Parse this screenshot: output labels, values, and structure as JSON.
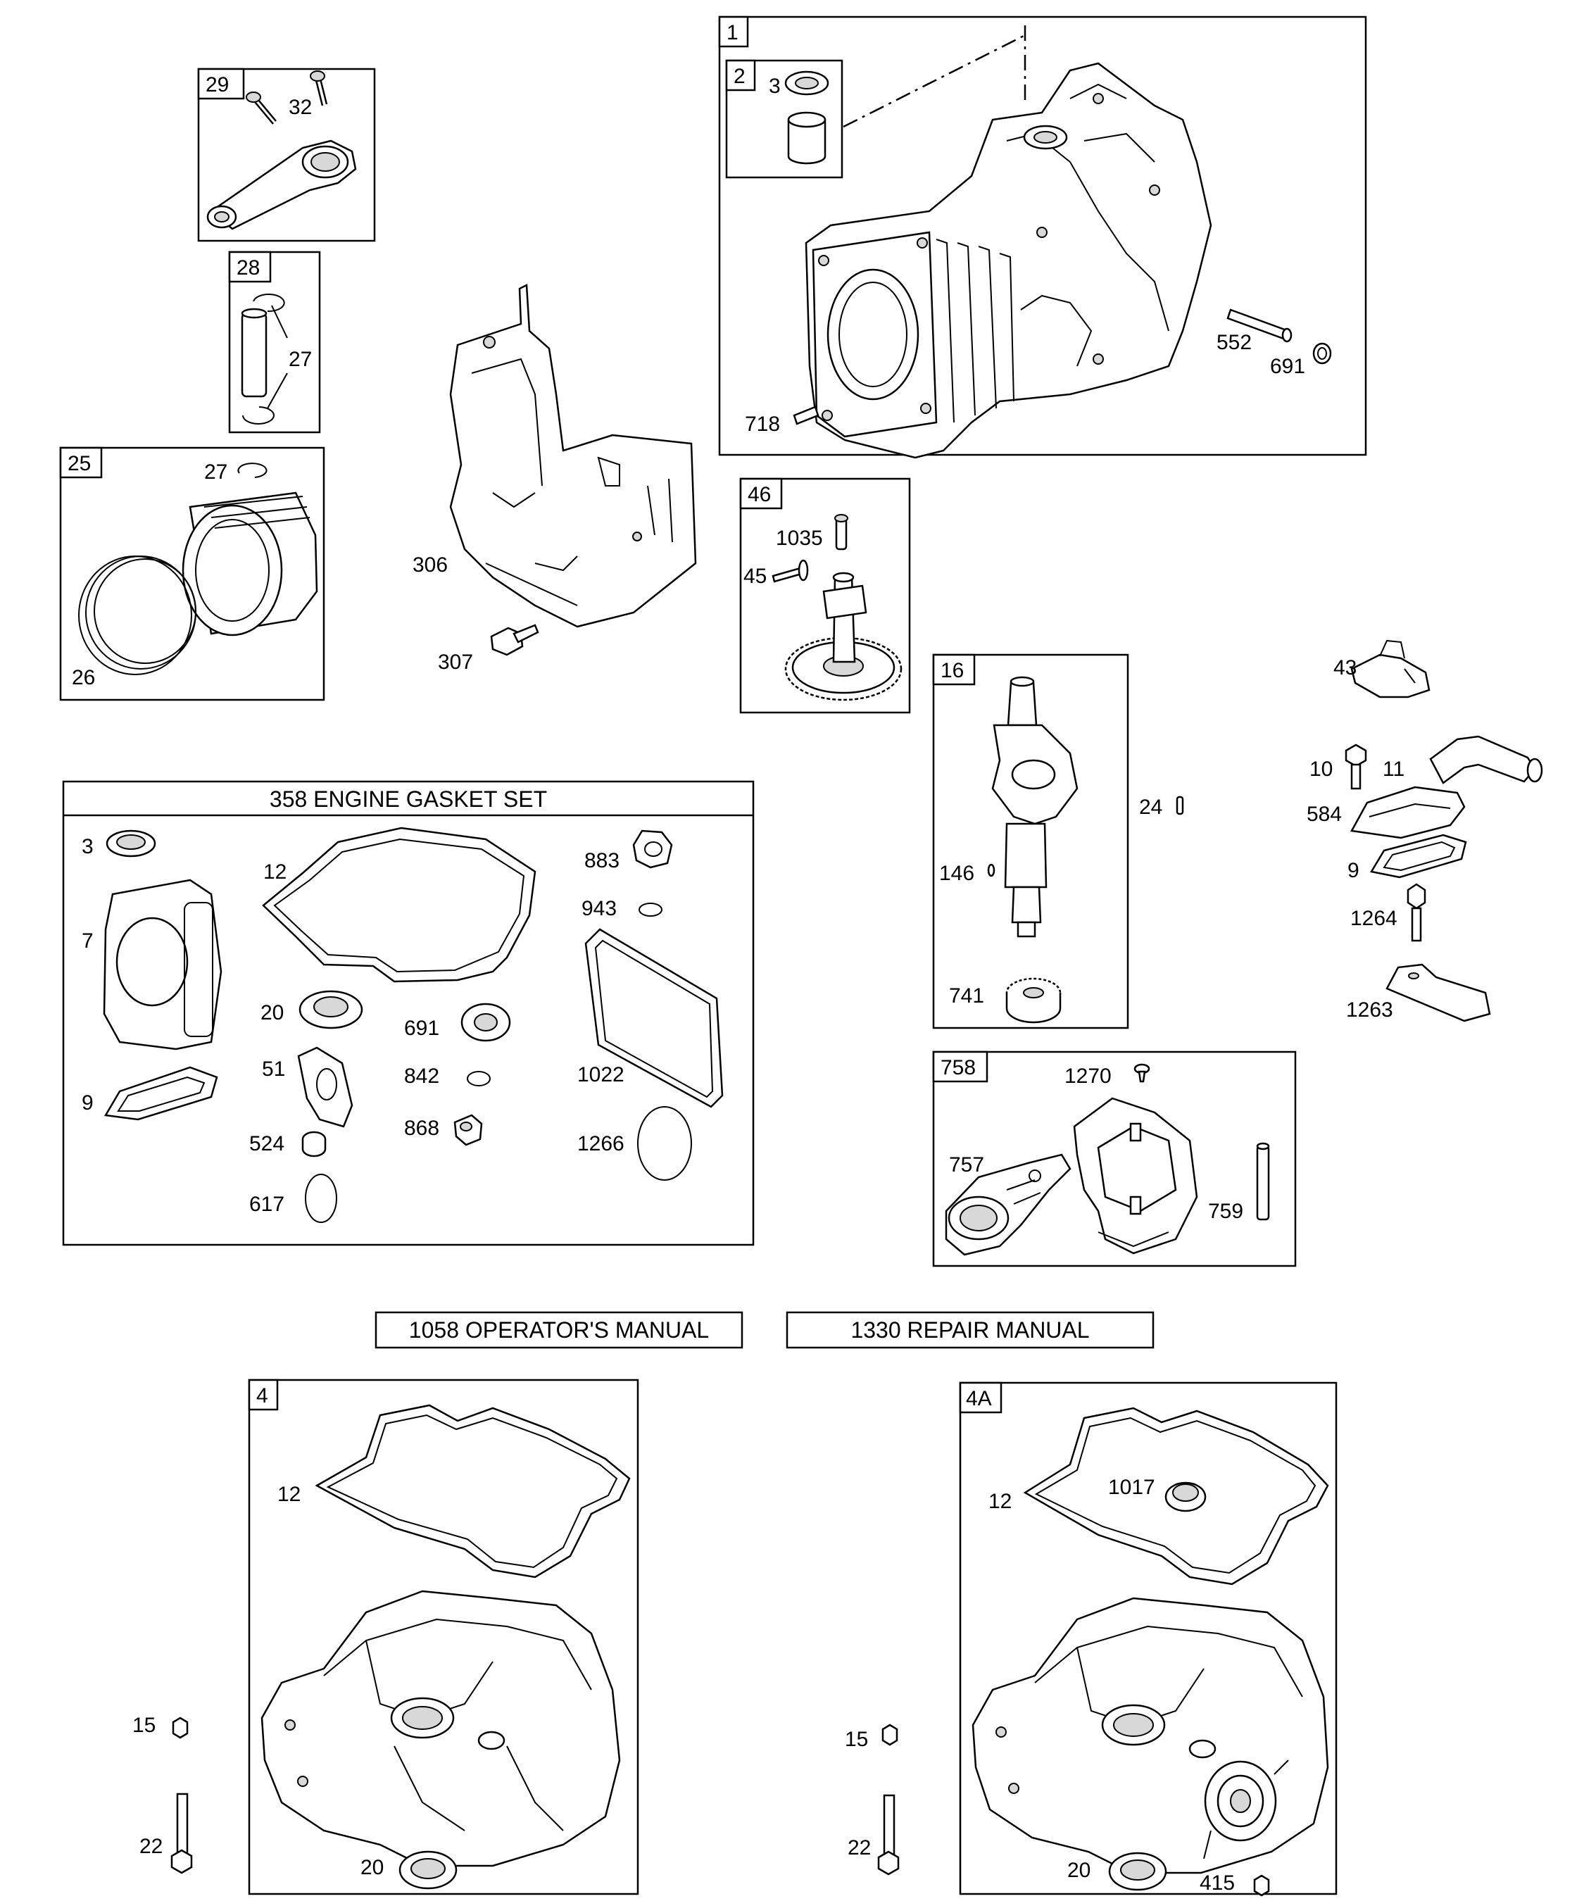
{
  "groups": {
    "g1": "1",
    "g2": "2",
    "g29": "29",
    "g28": "28",
    "g25": "25",
    "g46": "46",
    "g16": "16",
    "g758": "758",
    "g4": "4",
    "g4a": "4A"
  },
  "titles": {
    "gasket_set": "358 ENGINE GASKET SET",
    "operators_manual": "1058 OPERATOR'S MANUAL",
    "repair_manual": "1330 REPAIR MANUAL"
  },
  "labels": {
    "l3_top": "3",
    "l552": "552",
    "l691_top": "691",
    "l718": "718",
    "l32": "32",
    "l27a": "27",
    "l27b": "27",
    "l26": "26",
    "l306": "306",
    "l307": "307",
    "l1035": "1035",
    "l45": "45",
    "l43": "43",
    "l10": "10",
    "l11": "11",
    "l584": "584",
    "l9_right": "9",
    "l1264": "1264",
    "l1263": "1263",
    "l24": "24",
    "l146": "146",
    "l741": "741",
    "l1270": "1270",
    "l757": "757",
    "l759": "759",
    "g_3": "3",
    "g_12": "12",
    "g_883": "883",
    "g_943": "943",
    "g_7": "7",
    "g_20": "20",
    "g_691": "691",
    "g_1022": "1022",
    "g_51": "51",
    "g_842": "842",
    "g_9": "9",
    "g_524": "524",
    "g_868": "868",
    "g_1266": "1266",
    "g_617": "617",
    "s4_12": "12",
    "s4_15": "15",
    "s4_22": "22",
    "s4_20": "20",
    "s4a_12": "12",
    "s4a_1017": "1017",
    "s4a_15": "15",
    "s4a_22": "22",
    "s4a_20": "20",
    "s4a_415": "415"
  }
}
